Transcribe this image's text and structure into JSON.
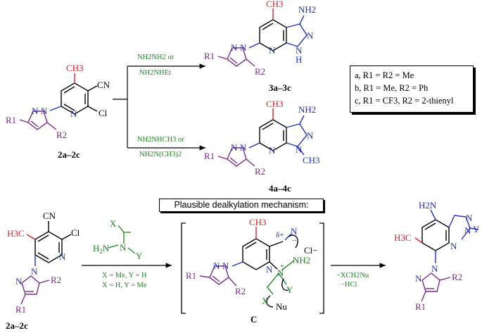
{
  "colors": {
    "black": "#000000",
    "red": "#e0202a",
    "blue": "#2030c8",
    "green": "#1a8a20",
    "purple": "#7a2a8a"
  },
  "compounds": {
    "c2_top": {
      "ch3": "CH3",
      "cn": "CN",
      "cl": "Cl",
      "r1": "R1",
      "r2": "R2",
      "label": "2a–2c"
    },
    "c3": {
      "ch3": "CH3",
      "nh2": "NH2",
      "nh": "H",
      "r1": "R1",
      "r2": "R2",
      "label": "3a–3c"
    },
    "c4": {
      "ch3": "CH3",
      "nh2": "NH2",
      "nch3": "CH3",
      "r1": "R1",
      "r2": "R2",
      "label": "4a–4c"
    },
    "c2_bot": {
      "h3c": "H3C",
      "cn": "CN",
      "cl": "Cl",
      "r1": "R1",
      "r2": "R2",
      "label": "2a–2c"
    },
    "cC": {
      "ch3": "CH3",
      "delta": "δ+",
      "cl_ion": "Cl−",
      "nh2": "NH2",
      "x": "X",
      "y": "Y",
      "nu": "Nu",
      "r1": "R1",
      "r2": "R2",
      "label": "C"
    },
    "prod": {
      "h2n": "H2N",
      "h3c": "H3C",
      "y": "Y",
      "r1": "R1",
      "r2": "R2"
    }
  },
  "reagents": {
    "top_upper_1": "NH2NH2 or",
    "top_upper_2": "NH2NHEt",
    "top_lower_1": "NH2NHCH3 or",
    "top_lower_2": "NH2N(CH3)2",
    "bot_left_1": "X = Me, Y = H",
    "bot_left_2": "X = H, Y = Me",
    "bot_right_1": "−XCH2Nu",
    "bot_right_2": "−HCl"
  },
  "legend": {
    "a": "a,  R1 = R2 = Me",
    "b": "b, R1 = Me, R2 = Ph",
    "c": "c, R1 = CF3, R2 = 2-thienyl"
  },
  "mechanism_title": "Plausible dealkylation mechanism:"
}
